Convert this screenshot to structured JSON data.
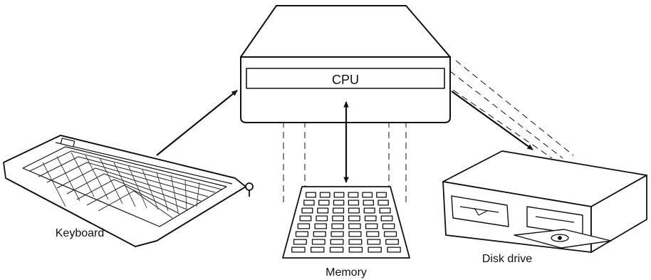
{
  "labels": {
    "cpu": "CPU",
    "keyboard": "Keyboard",
    "memory": "Memory",
    "disk_drive": "Disk drive"
  },
  "icons": {
    "computer": "cpu-box-icon",
    "keyboard": "keyboard-icon",
    "memory": "memory-grid-icon",
    "disk_drive": "disk-drive-icon"
  },
  "colors": {
    "ink": "#111111",
    "background": "#ffffff"
  }
}
